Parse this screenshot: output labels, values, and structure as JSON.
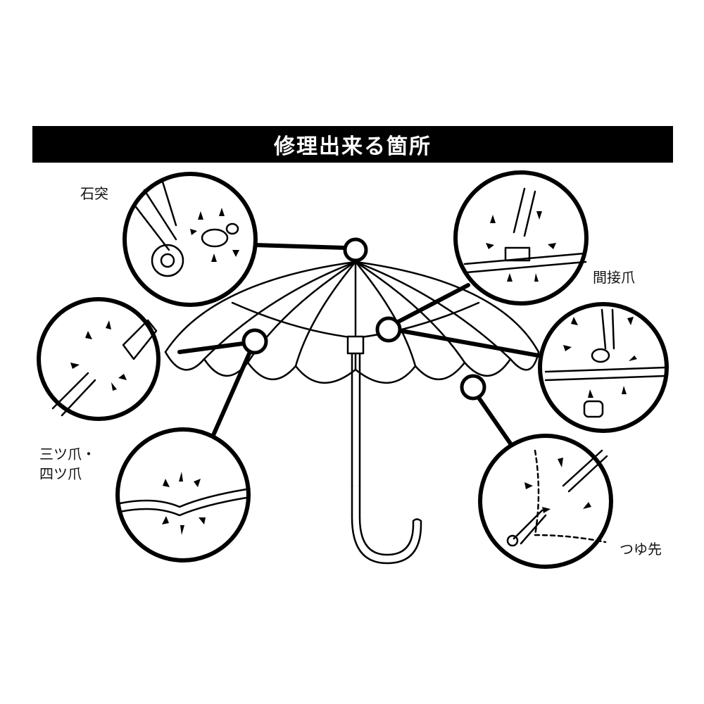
{
  "title": "修理出来る箇所",
  "labels": {
    "ishizuki": "石突",
    "kansetsu_tsume": "間接爪",
    "mitsu_tsume": "三ツ爪・",
    "yotsu_tsume": "四ツ爪",
    "tsuyusaki": "つゆ先"
  },
  "colors": {
    "ink": "#000000",
    "background": "#ffffff"
  }
}
